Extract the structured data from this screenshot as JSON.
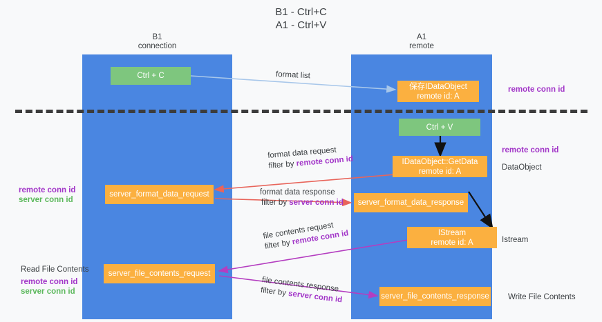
{
  "title": "B1 - Ctrl+C\nA1 - Ctrl+V",
  "colors": {
    "column": "#4a86e1",
    "green_box": "#7ec67e",
    "orange_box": "#fbb040",
    "remote_conn_id": "#a236c8",
    "server_conn_id": "#5cb85c",
    "divider": "#3c3c3c",
    "arrow_format_list": "#a8c7ea",
    "arrow_format_data": "#e8655b",
    "arrow_file_contents": "#b43ec0",
    "arrow_black": "#000000"
  },
  "columns": [
    {
      "id": "b1",
      "header": "B1\nconnection"
    },
    {
      "id": "a1",
      "header": "A1\nremote"
    }
  ],
  "boxes": {
    "ctrl_c": {
      "line1": "Ctrl + C",
      "line2": ""
    },
    "save_idataobject": {
      "line1": "保存IDataObject",
      "line2": "remote id: A"
    },
    "ctrl_v": {
      "line1": "Ctrl + V",
      "line2": ""
    },
    "getdata": {
      "line1": "IDataObject::GetData",
      "line2": "remote id: A"
    },
    "format_req": {
      "line1": "server_format_data_request",
      "line2": ""
    },
    "format_resp": {
      "line1": "server_format_data_response",
      "line2": ""
    },
    "istream": {
      "line1": "IStream",
      "line2": "remote id: A"
    },
    "file_req": {
      "line1": "server_file_contents_request",
      "line2": ""
    },
    "file_resp": {
      "line1": "server_file_contents_response",
      "line2": ""
    }
  },
  "edge_labels": {
    "format_list": "format list",
    "format_data_request": "format data request",
    "format_data_request_filter_prefix": "filter by ",
    "format_data_request_filter_key": "remote conn id",
    "format_data_response": "format data response",
    "format_data_response_filter_prefix": "filter by ",
    "format_data_response_filter_key": "server conn id",
    "file_contents_request": "file contents request",
    "file_contents_request_filter_prefix": "filter by ",
    "file_contents_request_filter_key": "remote conn id",
    "file_contents_response": "file contents response",
    "file_contents_response_filter_prefix": "filter by ",
    "file_contents_response_filter_key": "server conn id"
  },
  "annotations": {
    "right_remote_conn_id_top": "remote conn id",
    "right_remote_conn_id_mid": "remote conn id",
    "right_dataobject": "DataObject",
    "right_istream": "Istream",
    "right_write_file_contents": "Write File Contents",
    "left_remote_conn_id_mid": "remote conn id",
    "left_server_conn_id_mid": "server conn id",
    "left_read_file_contents": "Read File Contents",
    "left_remote_conn_id_bottom": "remote conn id",
    "left_server_conn_id_bottom": "server conn id"
  }
}
